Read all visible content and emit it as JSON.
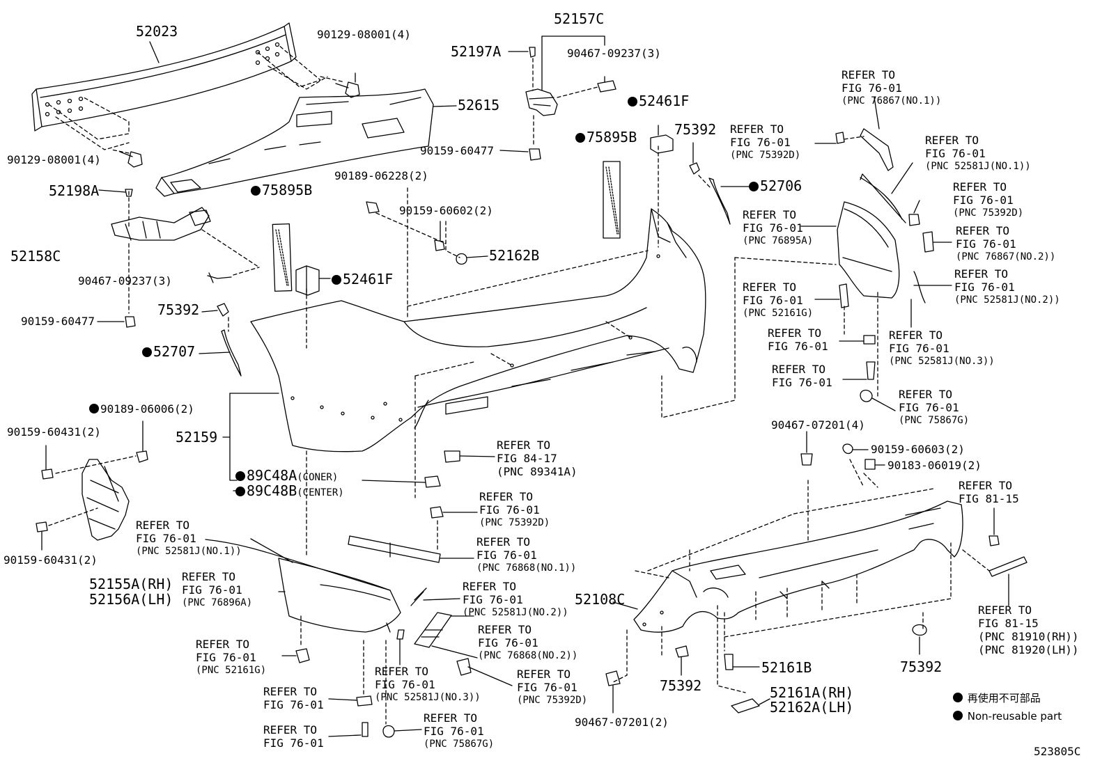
{
  "diagram_code": "523805C",
  "legend": {
    "ja": "再使用不可部品",
    "en": "Non-reusable part"
  },
  "labels": {
    "p52023": "52023",
    "p90129_top": "90129-08001(4)",
    "p52615": "52615",
    "p90129_left": "90129-08001(4)",
    "p52198a": "52198A",
    "p52158c": "52158C",
    "p90467_left": "90467-09237(3)",
    "p90159_60477_left": "90159-60477",
    "p75392_left": "75392",
    "p52707": "52707",
    "p90189_06006": "90189-06006(2)",
    "p90159_60431_top": "90159-60431(2)",
    "p90159_60431_bot": "90159-60431(2)",
    "p52155a": "52155A(RH)",
    "p52156a": "52156A(LH)",
    "p52157c": "52157C",
    "p52197a": "52197A",
    "p90467_top": "90467-09237(3)",
    "p90159_60477_mid": "90159-60477",
    "p90189_06228": "90189-06228(2)",
    "p90159_60602": "90159-60602(2)",
    "p52162b": "52162B",
    "p75895b_left": "75895B",
    "p52461f_left": "52461F",
    "p75895b_mid": "75895B",
    "p52461f_top": "52461F",
    "p75392_top": "75392",
    "p52706": "52706",
    "p52159": "52159",
    "p89c48a": "89C48A",
    "p89c48a_note": "(CONER)",
    "p89c48b": "89C48B",
    "p89c48b_note": "(CENTER)",
    "p52108c": "52108C",
    "p75392_bot_mid": "75392",
    "p90467_07201_bot": "90467-07201(2)",
    "p52161b": "52161B",
    "p52161a": "52161A(RH)",
    "p52162a": "52162A(LH)",
    "p75392_bot_right": "75392",
    "p90467_07201_top": "90467-07201(4)",
    "p90159_60603": "90159-60603(2)",
    "p90183_06019": "90183-06019(2)"
  },
  "refs": {
    "r_tr_76867_no1": [
      "REFER TO",
      "FIG 76-01",
      "(PNC 76867(NO.1))"
    ],
    "r_75392d_top": [
      "REFER TO",
      "FIG 76-01",
      "(PNC 75392D)"
    ],
    "r_52581j_no1_right": [
      "REFER TO",
      "FIG 76-01",
      "(PNC 52581J(NO.1))"
    ],
    "r_75392d_right": [
      "REFER TO",
      "FIG 76-01",
      "(PNC 75392D)"
    ],
    "r_76895a": [
      "REFER TO",
      "FIG 76-01",
      "(PNC 76895A)"
    ],
    "r_76867_no2": [
      "REFER TO",
      "FIG 76-01",
      "(PNC 76867(NO.2))"
    ],
    "r_52581j_no2_right": [
      "REFER TO",
      "FIG 76-01",
      "(PNC 52581J(NO.2))"
    ],
    "r_52161g_right": [
      "REFER TO",
      "FIG 76-01",
      "(PNC 52161G)"
    ],
    "r_plain_a": [
      "REFER TO",
      "FIG 76-01"
    ],
    "r_52581j_no3_right": [
      "REFER TO",
      "FIG 76-01",
      "(PNC 52581J(NO.3))"
    ],
    "r_plain_b": [
      "REFER TO",
      "FIG 76-01"
    ],
    "r_75867g_right": [
      "REFER TO",
      "FIG 76-01",
      "(PNC 75867G)"
    ],
    "r_84_17": [
      "REFER TO",
      "FIG 84-17",
      "(PNC 89341A)"
    ],
    "r_75392d_mid": [
      "REFER TO",
      "FIG 76-01",
      "(PNC 75392D)"
    ],
    "r_76868_no1": [
      "REFER TO",
      "FIG 76-01",
      "(PNC 76868(NO.1))"
    ],
    "r_52581j_no1_left": [
      "REFER TO",
      "FIG 76-01",
      "(PNC 52581J(NO.1))"
    ],
    "r_76896a": [
      "REFER TO",
      "FIG 76-01",
      "(PNC 76896A)"
    ],
    "r_52581j_no2_mid": [
      "REFER TO",
      "FIG 76-01",
      "(PNC 52581J(NO.2))"
    ],
    "r_76868_no2": [
      "REFER TO",
      "FIG 76-01",
      "(PNC 76868(NO.2))"
    ],
    "r_52161g_left": [
      "REFER TO",
      "FIG 76-01",
      "(PNC 52161G)"
    ],
    "r_52581j_no3_mid": [
      "REFER TO",
      "FIG 76-01",
      "(PNC 52581J(NO.3))"
    ],
    "r_75392d_bot": [
      "REFER TO",
      "FIG 76-01",
      "(PNC 75392D)"
    ],
    "r_plain_bot1": [
      "REFER TO",
      "FIG 76-01"
    ],
    "r_plain_bot2": [
      "REFER TO",
      "FIG 76-01"
    ],
    "r_75867g_bot": [
      "REFER TO",
      "FIG 76-01",
      "(PNC 75867G)"
    ],
    "r_81_15_top": [
      "REFER TO",
      "FIG 81-15"
    ],
    "r_81_15_bot": [
      "REFER TO",
      "FIG 81-15",
      "(PNC 81910(RH))",
      "(PNC 81920(LH))"
    ]
  }
}
